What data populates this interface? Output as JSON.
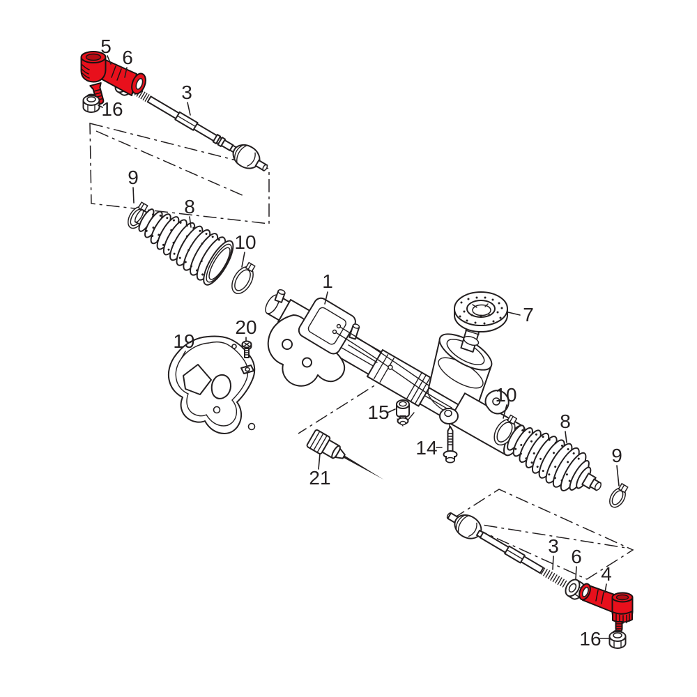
{
  "page": {
    "background": "#ffffff",
    "kind": "parts-catalog-exploded-view",
    "subject": "steering-gear-and-tie-rod-assembly"
  },
  "style": {
    "line_color": "#231f20",
    "highlight_color": "#e8101c"
  },
  "callouts": {
    "c1": {
      "num": "1",
      "part": "steering-gear-housing"
    },
    "c3_top": {
      "num": "3",
      "part": "inner-tie-rod-left"
    },
    "c5": {
      "num": "5",
      "part": "tie-rod-end-left-highlighted"
    },
    "c6_top": {
      "num": "6",
      "part": "hex-nut-left"
    },
    "c16_top": {
      "num": "16",
      "part": "lock-nut-left"
    },
    "c9_left": {
      "num": "9",
      "part": "boot-clamp-small-left"
    },
    "c8_left": {
      "num": "8",
      "part": "steering-boot-left"
    },
    "c10_left": {
      "num": "10",
      "part": "boot-clamp-large-left"
    },
    "c7": {
      "num": "7",
      "part": "bearing-damper-ring"
    },
    "c19": {
      "num": "19",
      "part": "heat-shield"
    },
    "c20": {
      "num": "20",
      "part": "shield-screw"
    },
    "c15": {
      "num": "15",
      "part": "sealing-plug"
    },
    "c14": {
      "num": "14",
      "part": "mounting-screw"
    },
    "c21": {
      "num": "21",
      "part": "sensor-with-lead"
    },
    "c10_right": {
      "num": "10",
      "part": "boot-clamp-large-right"
    },
    "c8_right": {
      "num": "8",
      "part": "steering-boot-right"
    },
    "c9_right": {
      "num": "9",
      "part": "boot-clamp-small-right"
    },
    "c3_bottom": {
      "num": "3",
      "part": "inner-tie-rod-right"
    },
    "c6_bottom": {
      "num": "6",
      "part": "hex-nut-right"
    },
    "c4": {
      "num": "4",
      "part": "tie-rod-end-right-highlighted"
    },
    "c16_bottom": {
      "num": "16",
      "part": "lock-nut-right"
    }
  }
}
